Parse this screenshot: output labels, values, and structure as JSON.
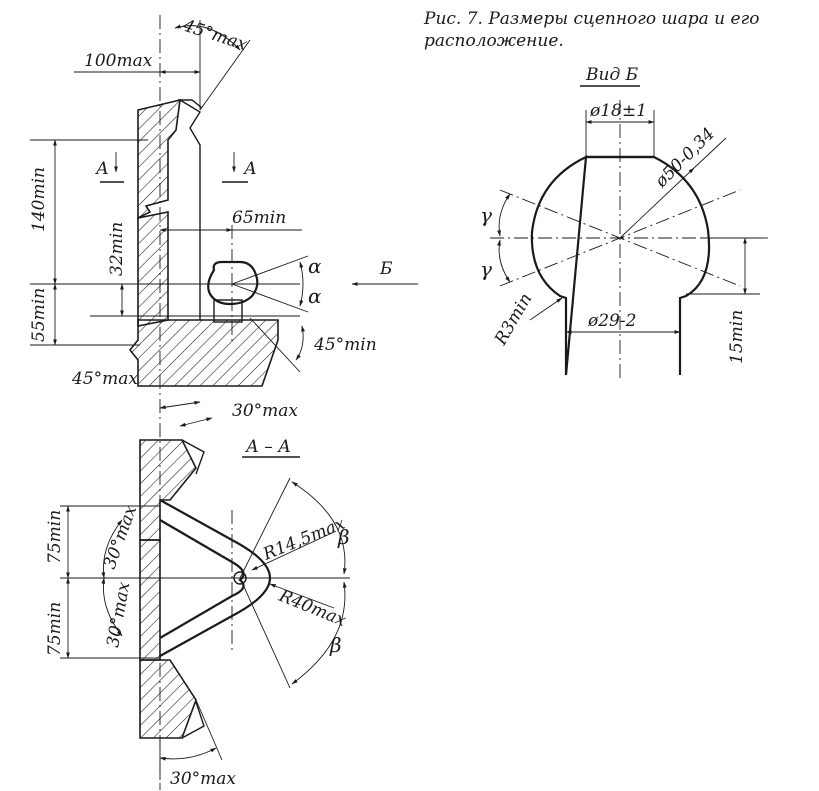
{
  "caption": {
    "line1": "Рис. 7. Размеры сцепного шара и его",
    "line2": "расположение."
  },
  "view_b_title": "Вид Б",
  "section_aa_title": "А – А",
  "section_marks": {
    "left": "А",
    "right": "А"
  },
  "view_arrow_label": "Б",
  "labels": {
    "angle_45_max_top": "45°max",
    "dim_100_max": "100max",
    "dim_140_min": "140min",
    "dim_32_min": "32min",
    "dim_65_min": "65min",
    "dim_55_min": "55min",
    "angle_45_min": "45°min",
    "angle_45_max_mid": "45°max",
    "angle_30_max_mid": "30°max",
    "alpha_top": "α",
    "alpha_bottom": "α",
    "dim_75_min_top": "75min",
    "dim_75_min_bottom": "75min",
    "angle_30_max_upper": "30°max",
    "angle_30_max_lower": "30°max",
    "radius_14_5_max": "R14,5max",
    "radius_40_max": "R40max",
    "beta_top": "β",
    "beta_bottom": "β",
    "angle_30_max_bottom": "30°max",
    "dia_18": "ø18±1",
    "dia_50": "ø50-0,34",
    "gamma_top": "γ",
    "gamma_bottom": "γ",
    "radius_3_min": "R3min",
    "dia_29": "ø29-2",
    "dim_15_min": "15min"
  }
}
